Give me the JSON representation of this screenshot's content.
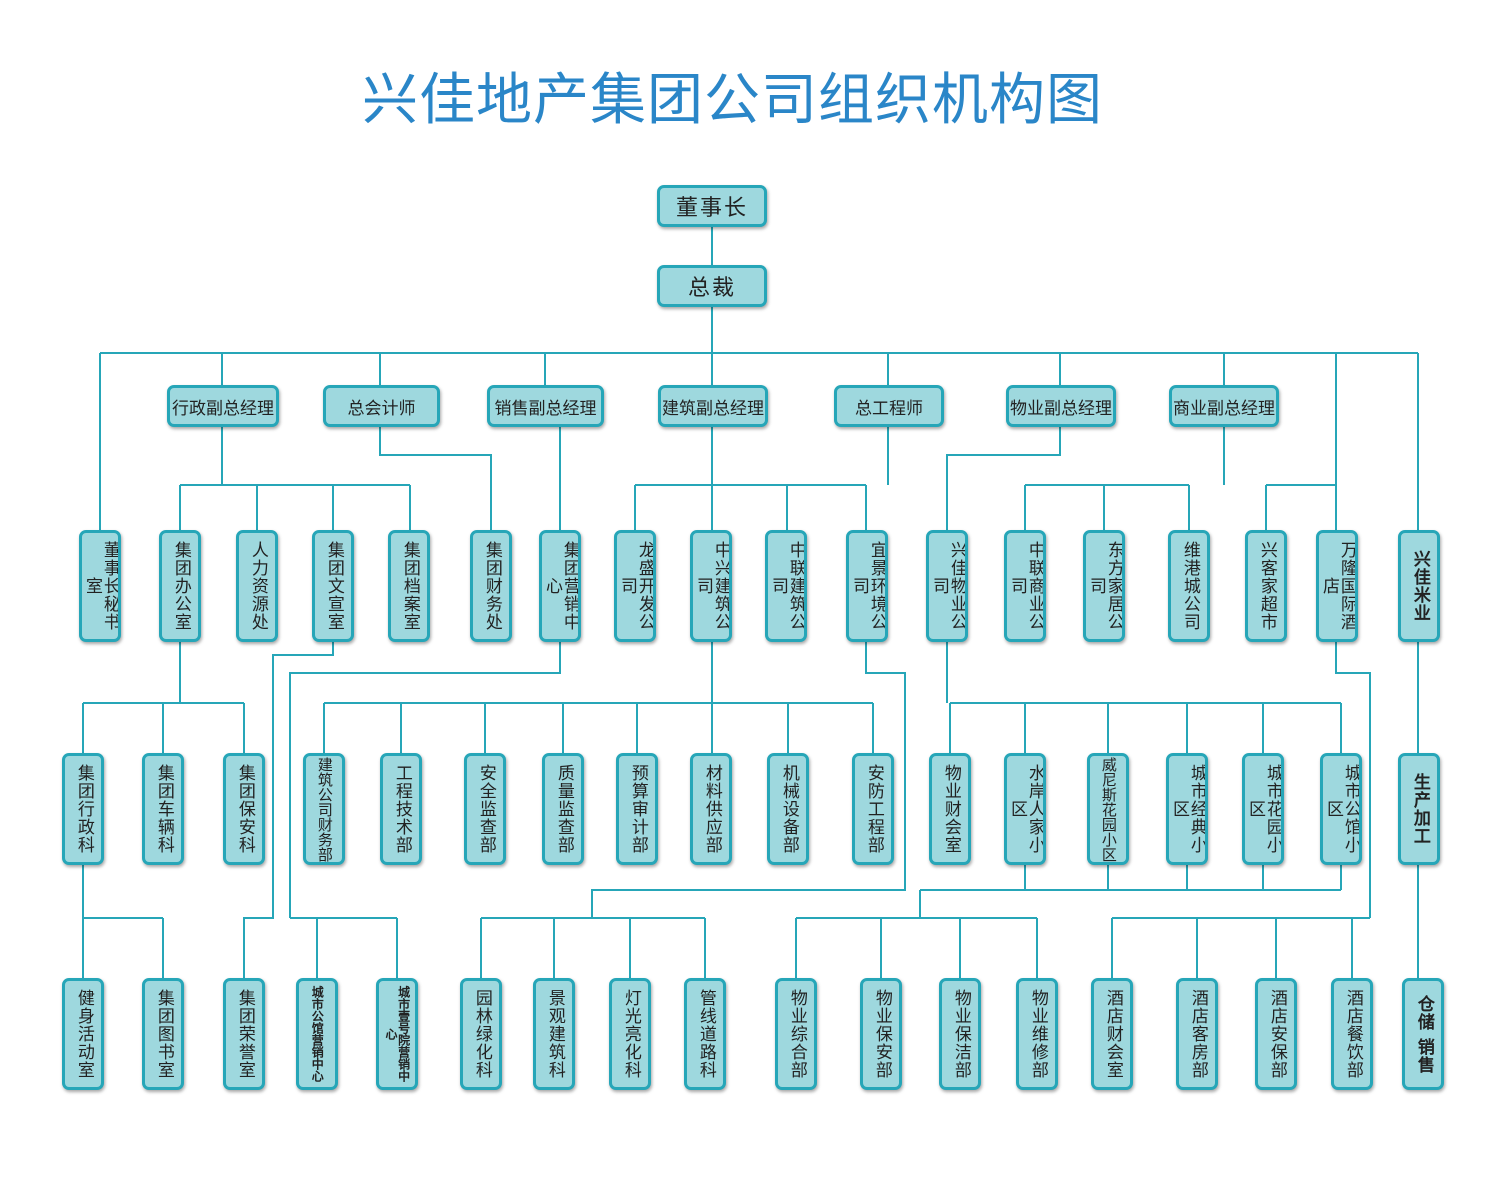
{
  "title": "兴佳地产集团公司组织机构图",
  "colors": {
    "line": "#26a6b8",
    "box_fill": "#9ed8de",
    "title": "#2a86c8"
  },
  "nodes": {
    "chairman": "董事长",
    "president": "总裁",
    "vp_admin": "行政副总经理",
    "chief_accountant": "总会计师",
    "vp_sales": "销售副总经理",
    "vp_construction": "建筑副总经理",
    "chief_engineer": "总工程师",
    "vp_property": "物业副总经理",
    "vp_commerce": "商业副总经理",
    "chairman_secretary": "董事长秘书室",
    "group_office": "集团办公室",
    "hr": "人力资源处",
    "group_publicity": "集团文宣室",
    "group_archives": "集团档案室",
    "group_finance": "集团财务处",
    "group_marketing": "集团营销中心",
    "longsheng_dev": "龙盛开发公司",
    "zhongxing_construction": "中兴建筑公司",
    "zhonglian_construction": "中联建筑公司",
    "yijing_env": "宜景环境公司",
    "xingjia_property": "兴佳物业公司",
    "zhonglian_commerce": "中联商业公司",
    "dongfang_home": "东方家居公司",
    "weigang_city": "维港城公司",
    "xingke_supermarket": "兴客家超市",
    "wanlong_hotel": "万隆国际酒店",
    "xingjia_rice": "兴佳米业",
    "admin_section": "集团行政科",
    "vehicle_section": "集团车辆科",
    "security_section": "集团保安科",
    "construction_finance": "建筑公司财务部",
    "eng_tech": "工程技术部",
    "safety_supervision": "安全监查部",
    "quality_supervision": "质量监查部",
    "budget_audit": "预算审计部",
    "material_supply": "材料供应部",
    "mech_equipment": "机械设备部",
    "security_eng": "安防工程部",
    "property_finance": "物业财会室",
    "shuian_renjia": "水岸人家小区",
    "venice_garden": "威尼斯花园小区",
    "city_classic": "城市经典小区",
    "city_garden": "城市花园小区",
    "city_mansion": "城市公馆小区",
    "production": "生产加工",
    "fitness": "健身活动室",
    "library": "集团图书室",
    "honor": "集团荣誉室",
    "mansion_sales": "城市公馆营销中心",
    "yihao_sales": "城市壹号院营销中心",
    "landscape_green": "园林绿化科",
    "landscape_build": "景观建筑科",
    "lighting": "灯光亮化科",
    "pipeline": "管线道路科",
    "property_general": "物业综合部",
    "property_security": "物业保安部",
    "property_cleaning": "物业保洁部",
    "property_maint": "物业维修部",
    "hotel_finance": "酒店财会室",
    "hotel_rooms": "酒店客房部",
    "hotel_security": "酒店安保部",
    "hotel_dining": "酒店餐饮部",
    "storage_sales": "仓储 销售"
  }
}
